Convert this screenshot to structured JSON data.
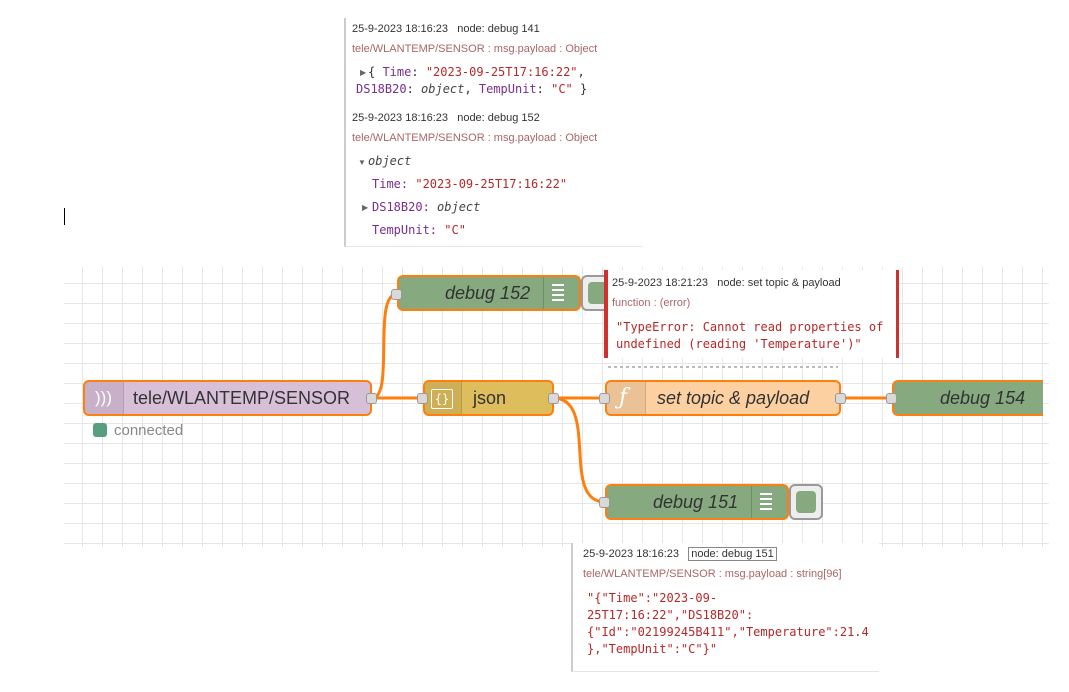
{
  "debug_top_1": {
    "timestamp": "25-9-2023 18:16:23",
    "node": "node: debug 141",
    "topic": "tele/WLANTEMP/SENSOR : msg.payload : Object",
    "line1_open": "{ ",
    "time_key": "Time",
    "time_val": "\"2023-09-25T17:16:22\"",
    "ds_key": "DS18B20",
    "ds_val": "object",
    "unit_key": "TempUnit",
    "unit_val": "\"C\"",
    "close": " }"
  },
  "debug_top_2": {
    "timestamp": "25-9-2023 18:16:23",
    "node": "node: debug 152",
    "topic": "tele/WLANTEMP/SENSOR : msg.payload : Object",
    "root": "object",
    "time_key": "Time:",
    "time_val": "\"2023-09-25T17:16:22\"",
    "ds_key": "DS18B20:",
    "ds_val": "object",
    "unit_key": "TempUnit:",
    "unit_val": "\"C\""
  },
  "debug_error": {
    "timestamp": "25-9-2023 18:21:23",
    "node": "node: set topic & payload",
    "topic": "function : (error)",
    "message": "\"TypeError: Cannot read properties of\nundefined (reading 'Temperature')\"",
    "accent": "#d03030"
  },
  "debug_bottom": {
    "timestamp": "25-9-2023 18:16:23",
    "node": "node: debug 151",
    "topic": "tele/WLANTEMP/SENSOR : msg.payload : string[96]",
    "message": "\"{\"Time\":\"2023-09-\n25T17:16:22\",\"DS18B20\":\n{\"Id\":\"02199245B411\",\"Temperature\":21.4\n},\"TempUnit\":\"C\"}\""
  },
  "flow": {
    "mqtt_node": {
      "label": "tele/WLANTEMP/SENSOR",
      "status": "connected",
      "color": "#d8bfd8",
      "status_color": "#5a9e80"
    },
    "json_node": {
      "label": "json",
      "icon": "{}",
      "color": "#debd5c"
    },
    "function_node": {
      "label": "set topic & payload",
      "icon": "ƒ",
      "color": "#fdd0a2"
    },
    "debug_152": {
      "label": "debug 152"
    },
    "debug_154": {
      "label": "debug 154"
    },
    "debug_151": {
      "label": "debug 151"
    },
    "debug_color": "#87a980",
    "wire_color": "#ff7f0e"
  }
}
